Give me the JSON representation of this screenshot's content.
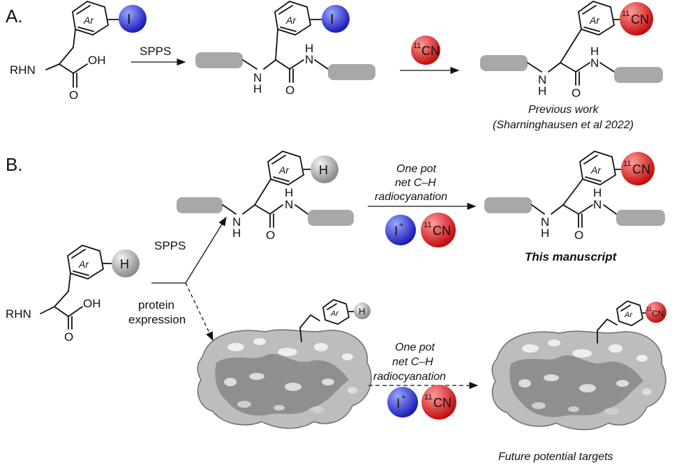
{
  "sections": {
    "a": "A.",
    "b": "B."
  },
  "labels": {
    "rhn": "RHN",
    "oh": "OH",
    "o": "O",
    "h": "H",
    "n": "N",
    "ar": "Ar",
    "spps": "SPPS",
    "protein": "protein",
    "expression": "expression"
  },
  "reagents": {
    "iodide": "I",
    "cn_sup": "11",
    "cn": "CN",
    "iplus": "I",
    "plus": "+",
    "hydrogen": "H"
  },
  "conditions": {
    "one_pot": "One pot",
    "net_ch": "net C–H",
    "radio": "radiocyanation"
  },
  "captions": {
    "previous": "Previous work",
    "citation": "(Sharninghausen et al 2022)",
    "manuscript": "This manuscript",
    "future": "Future potential targets"
  },
  "colors": {
    "iodine_ball": "#3a3ad8",
    "cyanide_ball": "#e01818",
    "hydrogen_ball": "#b8b8b8",
    "peptide_block": "#a8a8a8",
    "protein_body": "#bdbdbd"
  }
}
